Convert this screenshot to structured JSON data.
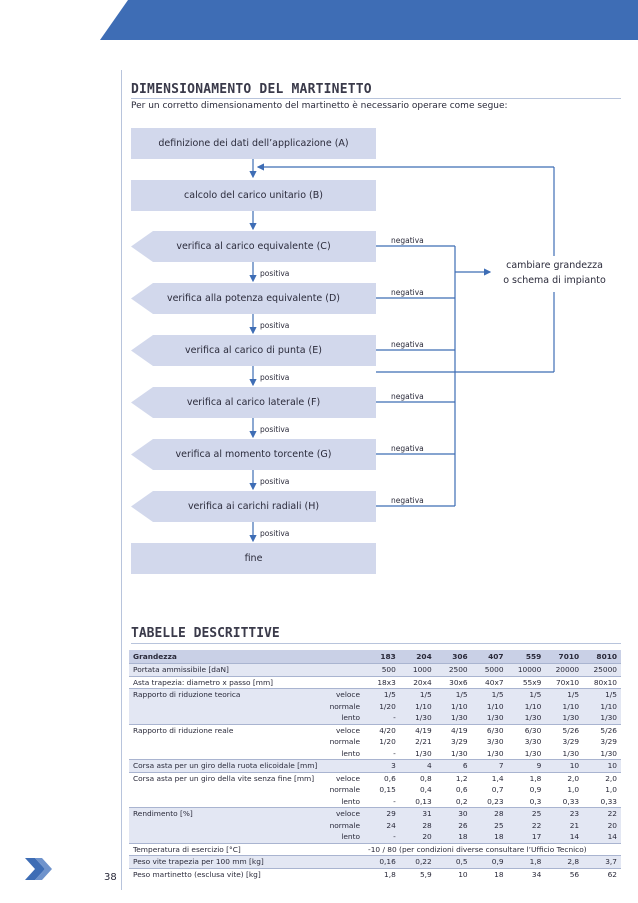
{
  "page_number": "38",
  "section_title": "DIMENSIONAMENTO DEL MARTINETTO",
  "intro": "Per un corretto dimensionamento del martinetto è necessario operare come segue:",
  "flow": {
    "start": "definizione dei dati dell’applicazione (A)",
    "calc": "calcolo del carico unitario (B)",
    "checks": [
      "verifica al carico equivalente (C)",
      "verifica alla potenza equivalente (D)",
      "verifica al carico di punta (E)",
      "verifica al carico laterale (F)",
      "verifica al momento torcente (G)",
      "verifica ai carichi radiali (H)"
    ],
    "end": "fine",
    "positive": "positiva",
    "negative": "negativa",
    "side_line1": "cambiare grandezza",
    "side_line2": "o schema di impianto"
  },
  "tables_title": "TABELLE DESCRITTIVE",
  "table": {
    "header": [
      "Grandezza",
      "183",
      "204",
      "306",
      "407",
      "559",
      "7010",
      "8010"
    ],
    "rows": {
      "portata": {
        "label": "Portata ammissibile [daN]",
        "var": "",
        "vals": [
          "500",
          "1000",
          "2500",
          "5000",
          "10000",
          "20000",
          "25000"
        ]
      },
      "asta": {
        "label": "Asta trapezia: diametro x passo [mm]",
        "var": "",
        "vals": [
          "18x3",
          "20x4",
          "30x6",
          "40x7",
          "55x9",
          "70x10",
          "80x10"
        ]
      },
      "rt_veloce": {
        "label": "Rapporto di riduzione teorica",
        "var": "veloce",
        "vals": [
          "1/5",
          "1/5",
          "1/5",
          "1/5",
          "1/5",
          "1/5",
          "1/5"
        ]
      },
      "rt_normale": {
        "label": "",
        "var": "normale",
        "vals": [
          "1/20",
          "1/10",
          "1/10",
          "1/10",
          "1/10",
          "1/10",
          "1/10"
        ]
      },
      "rt_lento": {
        "label": "",
        "var": "lento",
        "vals": [
          "-",
          "1/30",
          "1/30",
          "1/30",
          "1/30",
          "1/30",
          "1/30"
        ]
      },
      "rr_veloce": {
        "label": "Rapporto di riduzione reale",
        "var": "veloce",
        "vals": [
          "4/20",
          "4/19",
          "4/19",
          "6/30",
          "6/30",
          "5/26",
          "5/26"
        ]
      },
      "rr_normale": {
        "label": "",
        "var": "normale",
        "vals": [
          "1/20",
          "2/21",
          "3/29",
          "3/30",
          "3/30",
          "3/29",
          "3/29"
        ]
      },
      "rr_lento": {
        "label": "",
        "var": "lento",
        "vals": [
          "-",
          "1/30",
          "1/30",
          "1/30",
          "1/30",
          "1/30",
          "1/30"
        ]
      },
      "corsa_ruota": {
        "label": "Corsa asta per un giro della ruota elicoidale [mm]",
        "var": "",
        "vals": [
          "3",
          "4",
          "6",
          "7",
          "9",
          "10",
          "10"
        ]
      },
      "cv_veloce": {
        "label": "Corsa asta per un giro della vite senza fine [mm]",
        "var": "veloce",
        "vals": [
          "0,6",
          "0,8",
          "1,2",
          "1,4",
          "1,8",
          "2,0",
          "2,0"
        ]
      },
      "cv_normale": {
        "label": "",
        "var": "normale",
        "vals": [
          "0,15",
          "0,4",
          "0,6",
          "0,7",
          "0,9",
          "1,0",
          "1,0"
        ]
      },
      "cv_lento": {
        "label": "",
        "var": "lento",
        "vals": [
          "-",
          "0,13",
          "0,2",
          "0,23",
          "0,3",
          "0,33",
          "0,33"
        ]
      },
      "ren_veloce": {
        "label": "Rendimento [%]",
        "var": "veloce",
        "vals": [
          "29",
          "31",
          "30",
          "28",
          "25",
          "23",
          "22"
        ]
      },
      "ren_normale": {
        "label": "",
        "var": "normale",
        "vals": [
          "24",
          "28",
          "26",
          "25",
          "22",
          "21",
          "20"
        ]
      },
      "ren_lento": {
        "label": "",
        "var": "lento",
        "vals": [
          "-",
          "20",
          "18",
          "18",
          "17",
          "14",
          "14"
        ]
      },
      "temperatura": {
        "label": "Temperatura di esercizio [°C]",
        "span": "-10 / 80   (per condizioni diverse consultare l’Ufficio Tecnico)"
      },
      "peso_vite": {
        "label": "Peso vite trapezia per 100 mm [kg]",
        "var": "",
        "vals": [
          "0,16",
          "0,22",
          "0,5",
          "0,9",
          "1,8",
          "2,8",
          "3,7"
        ]
      },
      "peso_mart": {
        "label": "Peso martinetto (esclusa vite) [kg]",
        "var": "",
        "vals": [
          "1,8",
          "5,9",
          "10",
          "18",
          "34",
          "56",
          "62"
        ]
      }
    }
  }
}
